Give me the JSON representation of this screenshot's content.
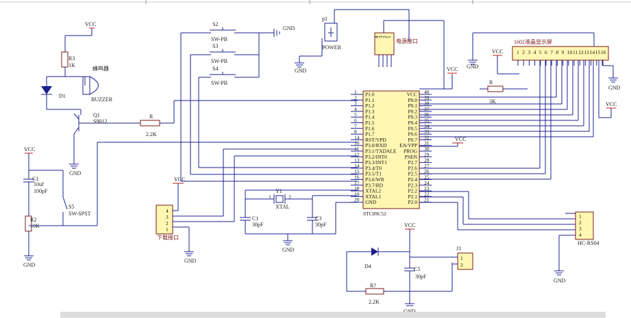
{
  "power": {
    "vcc": "VCC",
    "gnd": "GND"
  },
  "mcu": {
    "name": "STC89C52",
    "left_pins": [
      {
        "num": "1",
        "name": "P1.0"
      },
      {
        "num": "2",
        "name": "P1.1"
      },
      {
        "num": "3",
        "name": "P1.2"
      },
      {
        "num": "4",
        "name": "P1.3"
      },
      {
        "num": "5",
        "name": "P1.4"
      },
      {
        "num": "6",
        "name": "P1.5"
      },
      {
        "num": "7",
        "name": "P1.6"
      },
      {
        "num": "8",
        "name": "P1.7"
      },
      {
        "num": "14",
        "name": "RST/VPD"
      },
      {
        "num": "10",
        "name": "P3.0/RXD"
      },
      {
        "num": "11",
        "name": "P3.1/TXD"
      },
      {
        "num": "12",
        "name": "P3.2/INT0"
      },
      {
        "num": "13",
        "name": "P3.3/INT1"
      },
      {
        "num": "14",
        "name": "P3.4/T0"
      },
      {
        "num": "15",
        "name": "P3.5/T1"
      },
      {
        "num": "16",
        "name": "P3.6/WR"
      },
      {
        "num": "17",
        "name": "P3.7/RD"
      },
      {
        "num": "18",
        "name": "XTAL2"
      },
      {
        "num": "19",
        "name": "XTAL1"
      },
      {
        "num": "20",
        "name": "GND"
      }
    ],
    "right_pins": [
      {
        "num": "40",
        "name": "VCC"
      },
      {
        "num": "39",
        "name": "P0.0"
      },
      {
        "num": "38",
        "name": "P0.1"
      },
      {
        "num": "37",
        "name": "P0.2"
      },
      {
        "num": "36",
        "name": "P0.3"
      },
      {
        "num": "35",
        "name": "P0.4"
      },
      {
        "num": "34",
        "name": "P0.5"
      },
      {
        "num": "33",
        "name": "P0.6"
      },
      {
        "num": "32",
        "name": "P0.7"
      },
      {
        "num": "31",
        "name": "EA/VPP"
      },
      {
        "num": "30",
        "name": "ALE"
      },
      {
        "num": "29",
        "name": "PSEN"
      },
      {
        "num": "28",
        "name": "P2.7"
      },
      {
        "num": "27",
        "name": "P2.6"
      },
      {
        "num": "26",
        "name": "P2.5"
      },
      {
        "num": "25",
        "name": "P2.4"
      },
      {
        "num": "24",
        "name": "P2.3"
      },
      {
        "num": "23",
        "name": "P2.2"
      },
      {
        "num": "22",
        "name": "P2.1"
      },
      {
        "num": "21",
        "name": "P2.0"
      }
    ],
    "pin11_alt": "P3.1/TXDALE",
    "pin30_alt": "PROG"
  },
  "buzzer": {
    "label": "蜂鸣器",
    "name": "BUZZER"
  },
  "d1": {
    "name": "D1"
  },
  "r3": {
    "name": "R3",
    "value": "1K"
  },
  "q1": {
    "name": "Q1",
    "part": "S9012"
  },
  "r": {
    "name": "R",
    "value": "2.2K"
  },
  "c1": {
    "name": "C1",
    "value1": "10uf",
    "value2": "100pF"
  },
  "r2": {
    "name": "R2",
    "value": "10K"
  },
  "s5": {
    "name": "S5",
    "type": "SW-SPST"
  },
  "switches": [
    {
      "name": "S2",
      "type": "SW-PB"
    },
    {
      "name": "S3",
      "type": "SW-PB"
    },
    {
      "name": "S4",
      "type": "SW-PB"
    }
  ],
  "p1": {
    "name": "p1",
    "label": "POWER"
  },
  "power_port": {
    "label": "电源接口",
    "pins": [
      "4",
      "3",
      "2",
      "1"
    ]
  },
  "lcd": {
    "label": "1602液晶显示屏",
    "pins": [
      "1",
      "2",
      "3",
      "4",
      "5",
      "6",
      "7",
      "8",
      "9",
      "10",
      "11",
      "12",
      "13",
      "14",
      "15",
      "16"
    ]
  },
  "r_lcd": {
    "name": "R",
    "value": "3K"
  },
  "download": {
    "label": "下载接口",
    "pins": [
      "4",
      "3",
      "2",
      "1"
    ]
  },
  "y1": {
    "name": "Y1",
    "part": "XTAL",
    "pin1": "1",
    "pin2": "2"
  },
  "c1x": {
    "name": "C1",
    "value": "30pF"
  },
  "c3": {
    "name": "C3",
    "value": "30pF"
  },
  "hc": {
    "name": "HC-RS04",
    "pins": [
      "1",
      "2",
      "3",
      "4"
    ]
  },
  "d4": {
    "name": "D4"
  },
  "c5": {
    "name": "C5",
    "value": "30pF"
  },
  "r7": {
    "name": "R?",
    "value": "2.2K"
  },
  "j1": {
    "name": "J1",
    "pins": [
      "1",
      "2"
    ]
  }
}
